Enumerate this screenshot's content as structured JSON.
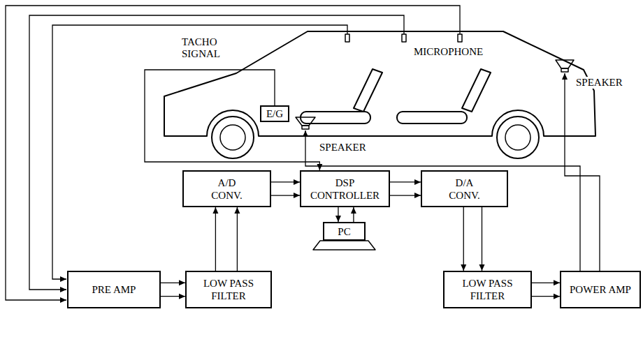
{
  "diagram": {
    "nodes": [
      {
        "text": [
          "E/G"
        ]
      },
      {
        "text": [
          "A/D CONV."
        ]
      },
      {
        "text": [
          "DSP CONTROLLER"
        ]
      },
      {
        "text": [
          "D/A CONV."
        ]
      },
      {
        "text": [
          "PC"
        ]
      },
      {
        "text": [
          "PRE AMP"
        ]
      },
      {
        "text": [
          "LOW PASS FILTER"
        ]
      },
      {
        "text": [
          "LOW PASS FILTER"
        ]
      },
      {
        "text": [
          "POWER AMP"
        ]
      }
    ],
    "edges": [
      {
        "from": 0,
        "to": 2,
        "arrow": "to"
      },
      {
        "from": 1,
        "to": 2,
        "arrow": "to"
      },
      {
        "from": 1,
        "to": 2,
        "arrow": "to"
      },
      {
        "from": 2,
        "to": 3,
        "arrow": "to"
      },
      {
        "from": 2,
        "to": 3,
        "arrow": "to"
      },
      {
        "from": 2,
        "to": 4,
        "arrow": "to"
      },
      {
        "from": 4,
        "to": 2,
        "arrow": "to"
      },
      {
        "from": 5,
        "to": 6,
        "arrow": "to"
      },
      {
        "from": 5,
        "to": 6,
        "arrow": "to"
      },
      {
        "from": 6,
        "to": 1,
        "arrow": "to"
      },
      {
        "from": 6,
        "to": 1,
        "arrow": "to"
      },
      {
        "from": 3,
        "to": 7,
        "arrow": "to"
      },
      {
        "from": 3,
        "to": 7,
        "arrow": "to"
      },
      {
        "from": 7,
        "to": 8,
        "arrow": "to"
      },
      {
        "from": 7,
        "to": 8,
        "arrow": "to"
      }
    ],
    "labels": [
      "TACHO SIGNAL",
      "MICROPHONE",
      "SPEAKER",
      "SPEAKER"
    ]
  }
}
